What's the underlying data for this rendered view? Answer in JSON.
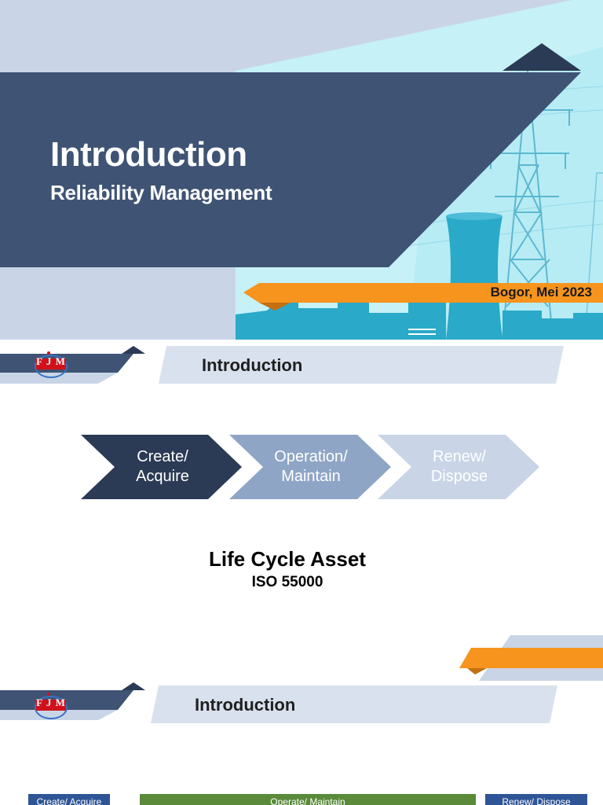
{
  "slide1": {
    "title": "Introduction",
    "subtitle": "Reliability Management",
    "date": "Bogor, Mei 2023"
  },
  "slide2": {
    "logo": "F J M",
    "header": "Introduction",
    "chevrons": [
      {
        "line1": "Create/",
        "line2": "Acquire"
      },
      {
        "line1": "Operation/",
        "line2": "Maintain"
      },
      {
        "line1": "Renew/",
        "line2": "Dispose"
      }
    ],
    "lifecycle_title": "Life Cycle Asset",
    "lifecycle_subtitle": "ISO 55000"
  },
  "slide3": {
    "logo": "F J M",
    "header": "Introduction",
    "columns": [
      "Create/ Acquire",
      "Operate/ Maintain",
      "Renew/ Dispose"
    ]
  },
  "colors": {
    "navy": "#3f5374",
    "dark_navy": "#2b3a55",
    "mid_blue": "#8fa5c6",
    "light_blue": "#c9d5e7",
    "orange": "#f7941d",
    "teal": "#2aa9c9",
    "green": "#5a8a3a",
    "col_blue": "#2f5597"
  }
}
